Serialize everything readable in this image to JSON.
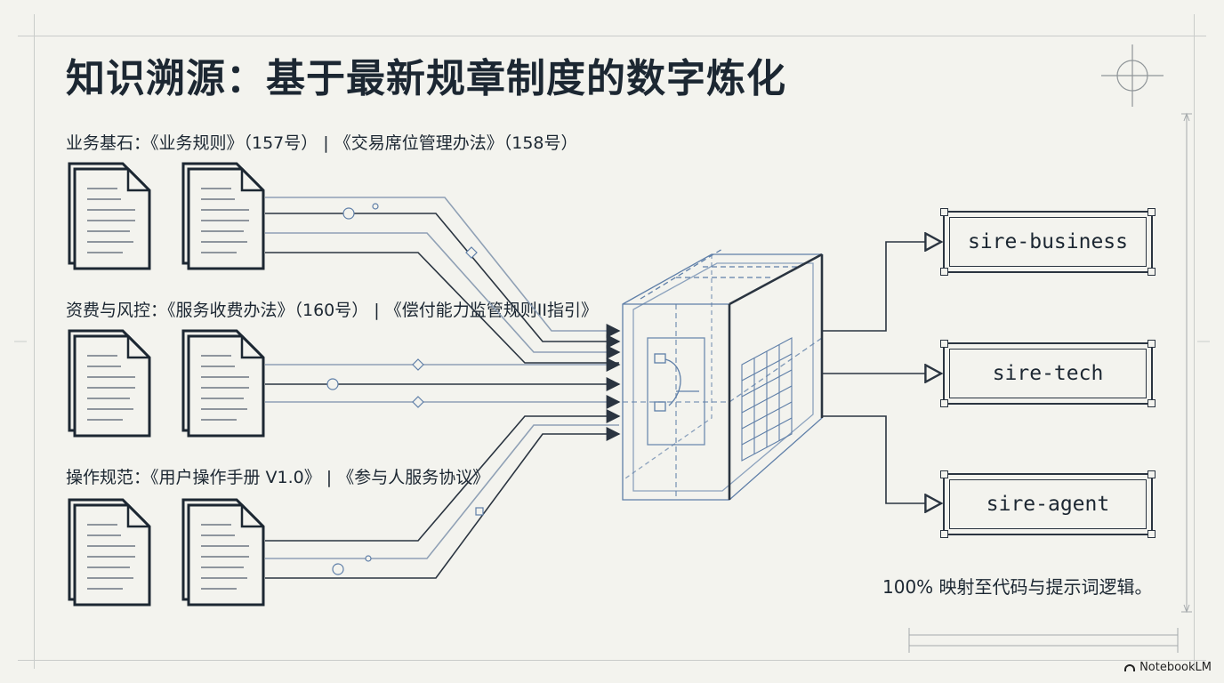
{
  "title": "知识溯源：基于最新规章制度的数字炼化",
  "groups": [
    {
      "label": "业务基石：《业务规则》（157号） | 《交易席位管理办法》（158号）"
    },
    {
      "label": "资费与风控：《服务收费办法》（160号） | 《偿付能力监管规则II指引》"
    },
    {
      "label": "操作规范：《用户操作手册 V1.0》 | 《参与人服务协议》"
    }
  ],
  "targets": [
    {
      "label": "sire-business"
    },
    {
      "label": "sire-tech"
    },
    {
      "label": "sire-agent"
    }
  ],
  "footnote": "100% 映射至代码与提示词逻辑。",
  "brand": "NotebookLM",
  "icons": {
    "document": "document-icon",
    "processor": "cube-processor-icon",
    "crosshair": "crosshair-icon"
  },
  "colors": {
    "background": "#f3f3ee",
    "ink": "#1c2732",
    "wire_dark": "#2a3440",
    "wire_light": "#8fa0b5",
    "cube_blue": "#5f7fa8"
  }
}
